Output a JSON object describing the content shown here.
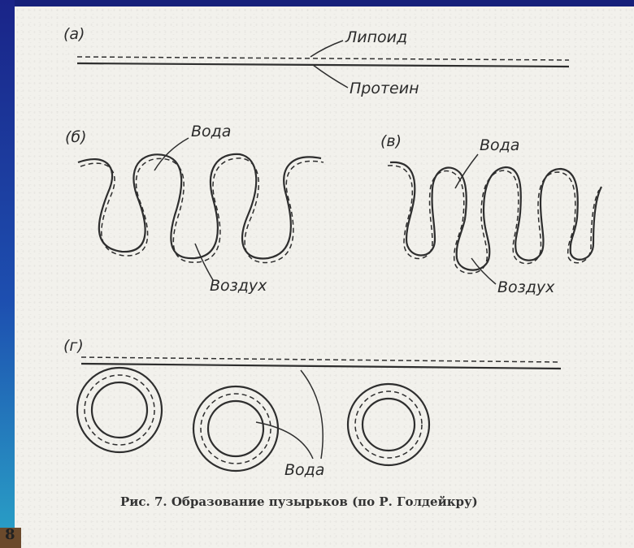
{
  "panels": {
    "a": "(а)",
    "b": "(б)",
    "v": "(в)",
    "g": "(г)"
  },
  "labels": {
    "lipoid": "Липоид",
    "protein": "Протеин",
    "water_b": "Вода",
    "air_b": "Воздух",
    "water_v": "Вода",
    "air_v": "Воздух",
    "water_g": "Вода"
  },
  "caption": "Рис. 7. Образование пузырьков (по Р. Голдейкру)",
  "page_number": "8",
  "colors": {
    "frame": "#1b2a8c",
    "paper": "#f2f1ec",
    "ink": "#2e2e2e"
  }
}
